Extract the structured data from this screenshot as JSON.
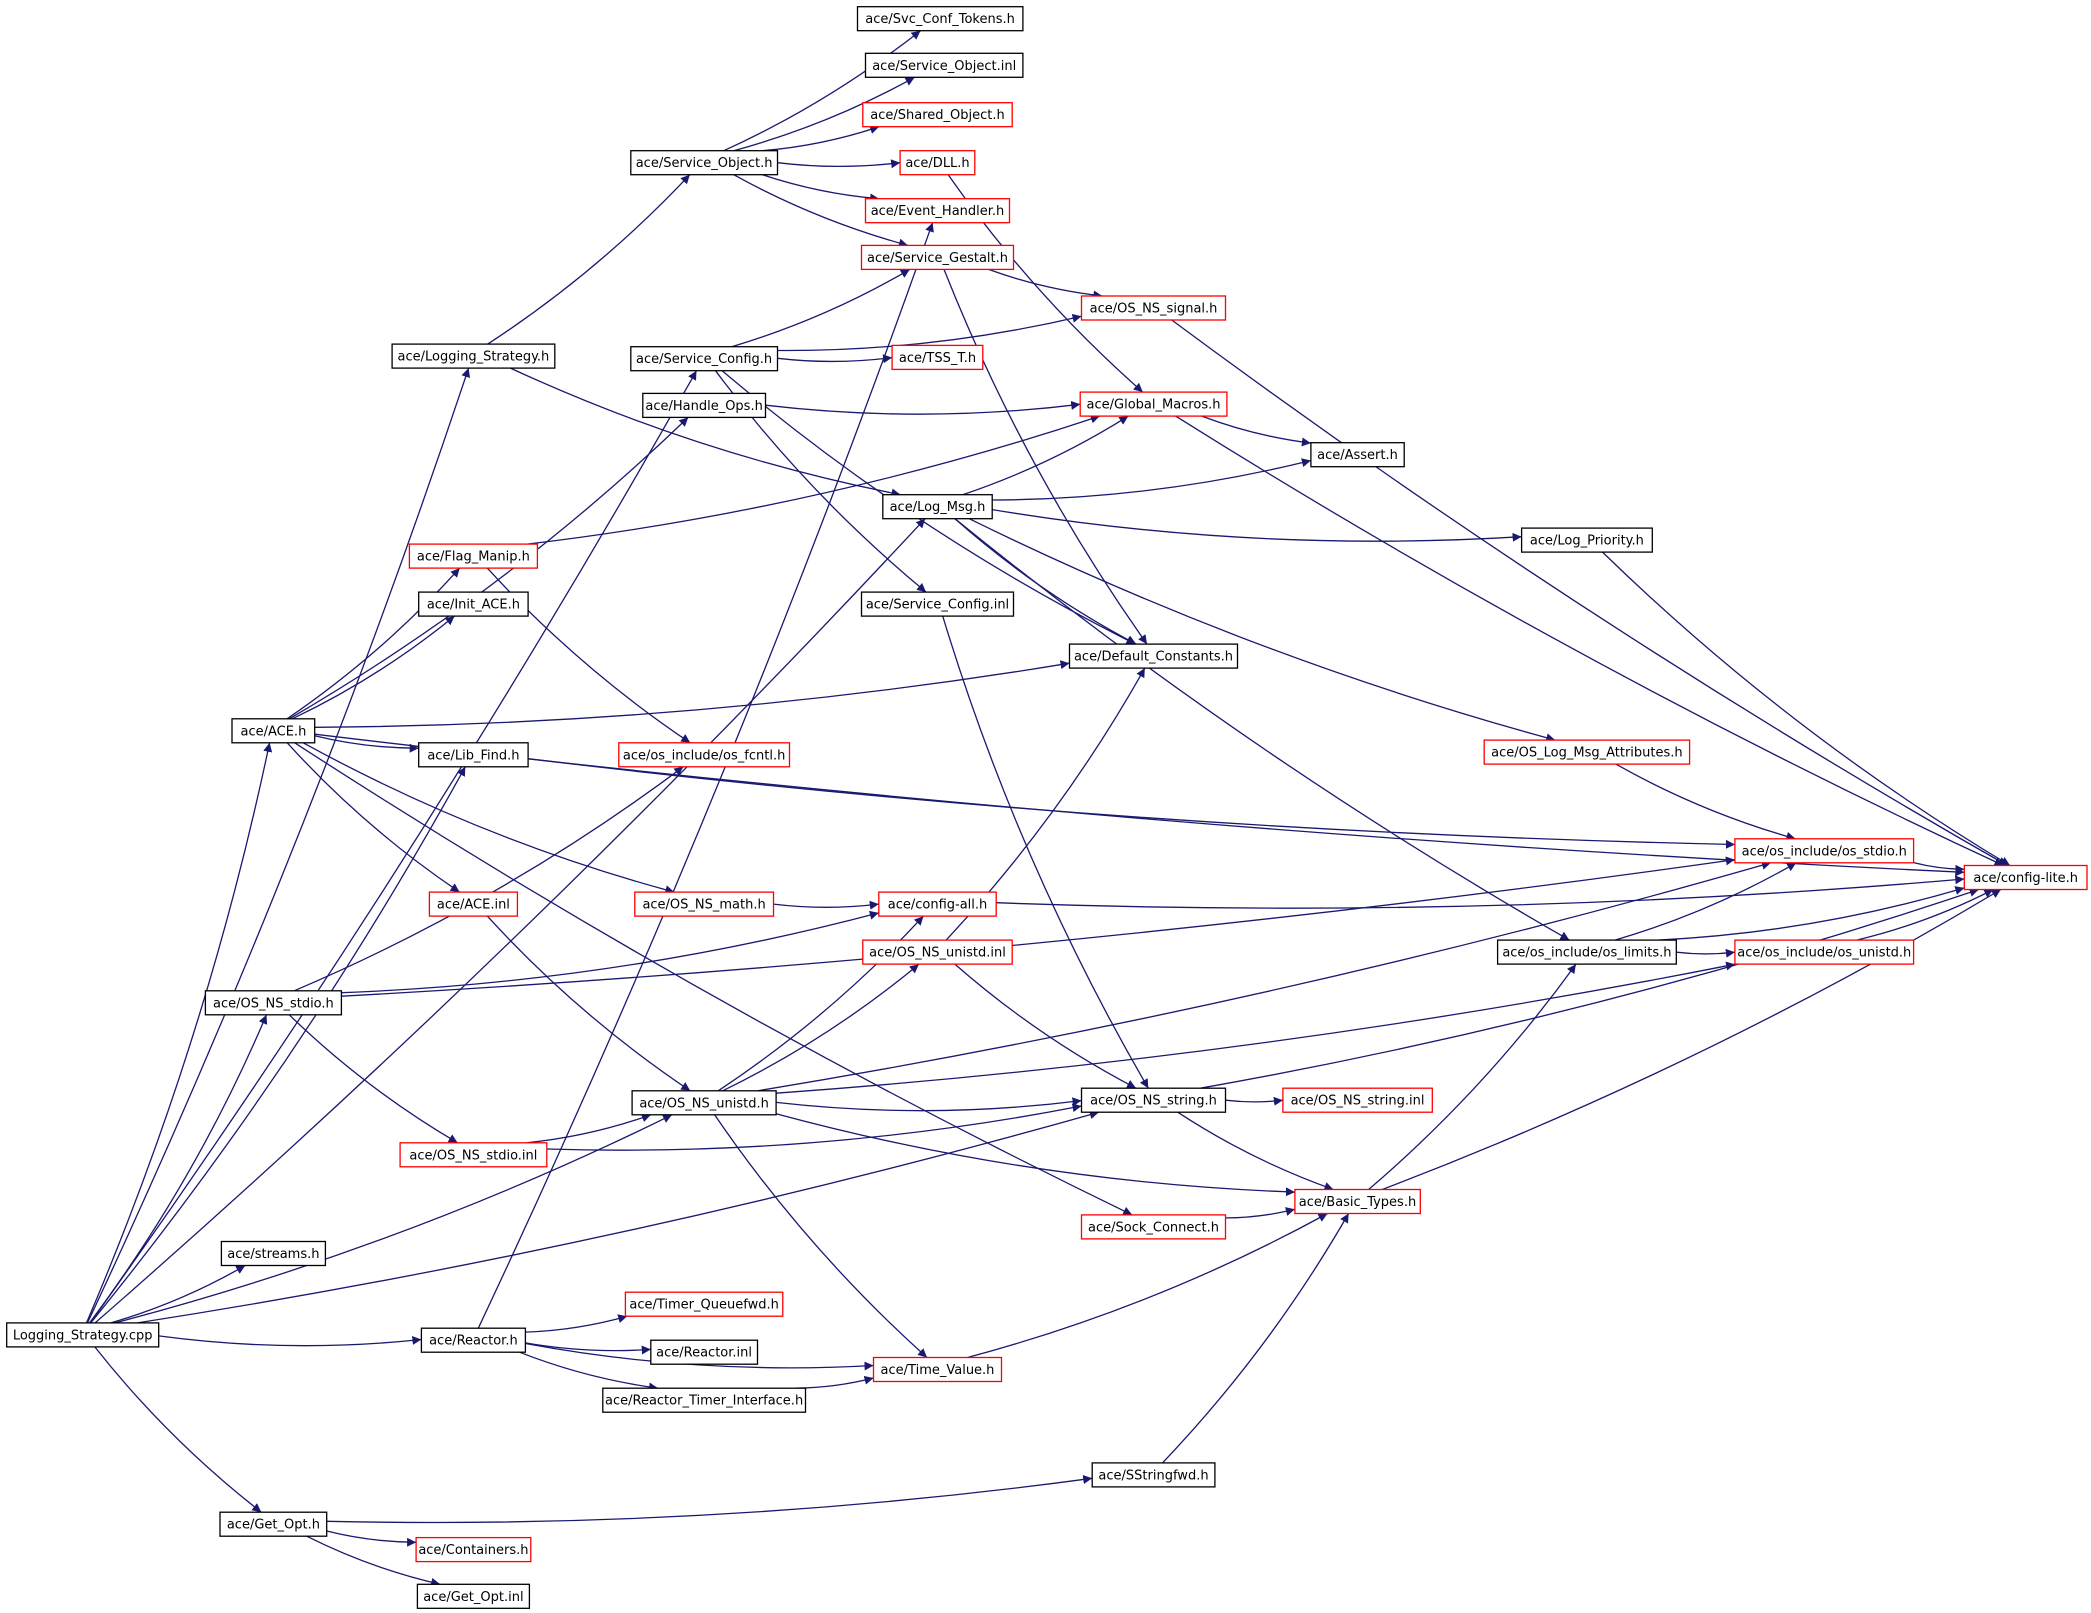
{
  "colors": {
    "edge": "#191970",
    "border_normal": "#000000",
    "border_truncated": "#ff0000",
    "root_fill": "#bfbfbf",
    "background": "#ffffff"
  },
  "nodes": [
    {
      "id": "root",
      "label": "Logging_Strategy.cpp",
      "style": "root"
    },
    {
      "id": "svc_conf_tokens",
      "label": "ace/Svc_Conf_Tokens.h",
      "style": "normal"
    },
    {
      "id": "service_object_inl",
      "label": "ace/Service_Object.inl",
      "style": "normal"
    },
    {
      "id": "shared_object",
      "label": "ace/Shared_Object.h",
      "style": "truncated"
    },
    {
      "id": "service_object",
      "label": "ace/Service_Object.h",
      "style": "normal"
    },
    {
      "id": "dll",
      "label": "ace/DLL.h",
      "style": "truncated"
    },
    {
      "id": "event_handler",
      "label": "ace/Event_Handler.h",
      "style": "truncated"
    },
    {
      "id": "service_gestalt",
      "label": "ace/Service_Gestalt.h",
      "style": "truncated"
    },
    {
      "id": "os_ns_signal",
      "label": "ace/OS_NS_signal.h",
      "style": "truncated"
    },
    {
      "id": "logging_strategy_h",
      "label": "ace/Logging_Strategy.h",
      "style": "normal"
    },
    {
      "id": "service_config",
      "label": "ace/Service_Config.h",
      "style": "normal"
    },
    {
      "id": "tss_t",
      "label": "ace/TSS_T.h",
      "style": "truncated"
    },
    {
      "id": "handle_ops",
      "label": "ace/Handle_Ops.h",
      "style": "normal"
    },
    {
      "id": "global_macros",
      "label": "ace/Global_Macros.h",
      "style": "truncated"
    },
    {
      "id": "assert",
      "label": "ace/Assert.h",
      "style": "normal"
    },
    {
      "id": "log_msg",
      "label": "ace/Log_Msg.h",
      "style": "normal"
    },
    {
      "id": "log_priority",
      "label": "ace/Log_Priority.h",
      "style": "normal"
    },
    {
      "id": "flag_manip",
      "label": "ace/Flag_Manip.h",
      "style": "truncated"
    },
    {
      "id": "init_ace",
      "label": "ace/Init_ACE.h",
      "style": "normal"
    },
    {
      "id": "service_config_inl",
      "label": "ace/Service_Config.inl",
      "style": "normal"
    },
    {
      "id": "default_constants",
      "label": "ace/Default_Constants.h",
      "style": "normal"
    },
    {
      "id": "ace_h",
      "label": "ace/ACE.h",
      "style": "normal"
    },
    {
      "id": "lib_find",
      "label": "ace/Lib_Find.h",
      "style": "normal"
    },
    {
      "id": "os_fcntl",
      "label": "ace/os_include/os_fcntl.h",
      "style": "truncated"
    },
    {
      "id": "os_log_msg_attr",
      "label": "ace/OS_Log_Msg_Attributes.h",
      "style": "truncated"
    },
    {
      "id": "os_stdio_h",
      "label": "ace/os_include/os_stdio.h",
      "style": "truncated"
    },
    {
      "id": "config_lite",
      "label": "ace/config-lite.h",
      "style": "truncated"
    },
    {
      "id": "ace_inl",
      "label": "ace/ACE.inl",
      "style": "truncated"
    },
    {
      "id": "os_ns_math",
      "label": "ace/OS_NS_math.h",
      "style": "truncated"
    },
    {
      "id": "config_all",
      "label": "ace/config-all.h",
      "style": "truncated"
    },
    {
      "id": "os_ns_unistd_inl",
      "label": "ace/OS_NS_unistd.inl",
      "style": "truncated"
    },
    {
      "id": "os_limits",
      "label": "ace/os_include/os_limits.h",
      "style": "normal"
    },
    {
      "id": "os_unistd_h",
      "label": "ace/os_include/os_unistd.h",
      "style": "truncated"
    },
    {
      "id": "os_ns_stdio_h",
      "label": "ace/OS_NS_stdio.h",
      "style": "normal"
    },
    {
      "id": "os_ns_unistd_h",
      "label": "ace/OS_NS_unistd.h",
      "style": "normal"
    },
    {
      "id": "os_ns_string_h",
      "label": "ace/OS_NS_string.h",
      "style": "normal"
    },
    {
      "id": "os_ns_string_inl",
      "label": "ace/OS_NS_string.inl",
      "style": "truncated"
    },
    {
      "id": "os_ns_stdio_inl",
      "label": "ace/OS_NS_stdio.inl",
      "style": "truncated"
    },
    {
      "id": "basic_types",
      "label": "ace/Basic_Types.h",
      "style": "truncated"
    },
    {
      "id": "streams",
      "label": "ace/streams.h",
      "style": "normal"
    },
    {
      "id": "sock_connect",
      "label": "ace/Sock_Connect.h",
      "style": "truncated"
    },
    {
      "id": "timer_queuefwd",
      "label": "ace/Timer_Queuefwd.h",
      "style": "truncated"
    },
    {
      "id": "reactor_h",
      "label": "ace/Reactor.h",
      "style": "normal"
    },
    {
      "id": "reactor_inl",
      "label": "ace/Reactor.inl",
      "style": "normal"
    },
    {
      "id": "time_value",
      "label": "ace/Time_Value.h",
      "style": "truncated"
    },
    {
      "id": "reactor_timer_if",
      "label": "ace/Reactor_Timer_Interface.h",
      "style": "normal"
    },
    {
      "id": "sstringfwd",
      "label": "ace/SStringfwd.h",
      "style": "normal"
    },
    {
      "id": "get_opt_h",
      "label": "ace/Get_Opt.h",
      "style": "normal"
    },
    {
      "id": "containers",
      "label": "ace/Containers.h",
      "style": "truncated"
    },
    {
      "id": "get_opt_inl",
      "label": "ace/Get_Opt.inl",
      "style": "normal"
    }
  ],
  "edges": [
    [
      "root",
      "logging_strategy_h"
    ],
    [
      "root",
      "service_config"
    ],
    [
      "root",
      "log_msg"
    ],
    [
      "root",
      "ace_h"
    ],
    [
      "root",
      "lib_find"
    ],
    [
      "root",
      "os_ns_stdio_h"
    ],
    [
      "root",
      "os_ns_unistd_h"
    ],
    [
      "root",
      "os_ns_string_h"
    ],
    [
      "root",
      "streams"
    ],
    [
      "root",
      "reactor_h"
    ],
    [
      "root",
      "get_opt_h"
    ],
    [
      "logging_strategy_h",
      "service_object"
    ],
    [
      "logging_strategy_h",
      "log_msg"
    ],
    [
      "service_object",
      "svc_conf_tokens"
    ],
    [
      "service_object",
      "service_object_inl"
    ],
    [
      "service_object",
      "shared_object"
    ],
    [
      "service_object",
      "dll"
    ],
    [
      "service_object",
      "event_handler"
    ],
    [
      "service_object",
      "service_gestalt"
    ],
    [
      "dll",
      "global_macros"
    ],
    [
      "service_gestalt",
      "os_ns_signal"
    ],
    [
      "service_gestalt",
      "default_constants"
    ],
    [
      "service_config",
      "service_gestalt"
    ],
    [
      "service_config",
      "os_ns_signal"
    ],
    [
      "service_config",
      "tss_t"
    ],
    [
      "service_config",
      "service_config_inl"
    ],
    [
      "service_config",
      "default_constants"
    ],
    [
      "os_ns_signal",
      "config_lite"
    ],
    [
      "handle_ops",
      "global_macros"
    ],
    [
      "global_macros",
      "assert"
    ],
    [
      "global_macros",
      "config_lite"
    ],
    [
      "log_msg",
      "global_macros"
    ],
    [
      "log_msg",
      "assert"
    ],
    [
      "log_msg",
      "log_priority"
    ],
    [
      "log_msg",
      "default_constants"
    ],
    [
      "log_msg",
      "os_log_msg_attr"
    ],
    [
      "log_msg",
      "os_limits"
    ],
    [
      "log_priority",
      "config_lite"
    ],
    [
      "flag_manip",
      "global_macros"
    ],
    [
      "flag_manip",
      "os_fcntl"
    ],
    [
      "service_config_inl",
      "os_ns_string_h"
    ],
    [
      "ace_h",
      "handle_ops"
    ],
    [
      "ace_h",
      "flag_manip"
    ],
    [
      "ace_h",
      "init_ace"
    ],
    [
      "ace_h",
      "default_constants"
    ],
    [
      "ace_h",
      "config_lite"
    ],
    [
      "ace_h",
      "lib_find"
    ],
    [
      "ace_h",
      "ace_inl"
    ],
    [
      "ace_h",
      "os_ns_math"
    ],
    [
      "ace_h",
      "sock_connect"
    ],
    [
      "lib_find",
      "os_stdio_h"
    ],
    [
      "os_log_msg_attr",
      "os_stdio_h"
    ],
    [
      "os_stdio_h",
      "config_lite"
    ],
    [
      "ace_inl",
      "os_ns_unistd_h"
    ],
    [
      "os_ns_math",
      "config_all"
    ],
    [
      "config_all",
      "config_lite"
    ],
    [
      "os_ns_unistd_inl",
      "default_constants"
    ],
    [
      "os_ns_unistd_inl",
      "os_ns_string_h"
    ],
    [
      "os_limits",
      "os_stdio_h"
    ],
    [
      "os_limits",
      "config_lite"
    ],
    [
      "os_limits",
      "os_unistd_h"
    ],
    [
      "os_unistd_h",
      "config_lite"
    ],
    [
      "os_ns_stdio_h",
      "os_fcntl"
    ],
    [
      "os_ns_stdio_h",
      "os_stdio_h"
    ],
    [
      "os_ns_stdio_h",
      "config_all"
    ],
    [
      "os_ns_stdio_h",
      "os_ns_stdio_inl"
    ],
    [
      "os_ns_unistd_h",
      "config_all"
    ],
    [
      "os_ns_unistd_h",
      "os_ns_unistd_inl"
    ],
    [
      "os_ns_unistd_h",
      "os_stdio_h"
    ],
    [
      "os_ns_unistd_h",
      "os_unistd_h"
    ],
    [
      "os_ns_unistd_h",
      "os_ns_string_h"
    ],
    [
      "os_ns_unistd_h",
      "basic_types"
    ],
    [
      "os_ns_unistd_h",
      "time_value"
    ],
    [
      "os_ns_stdio_inl",
      "os_ns_unistd_h"
    ],
    [
      "os_ns_stdio_inl",
      "os_ns_string_h"
    ],
    [
      "os_ns_string_h",
      "os_ns_string_inl"
    ],
    [
      "os_ns_string_h",
      "basic_types"
    ],
    [
      "os_ns_string_h",
      "config_lite"
    ],
    [
      "basic_types",
      "os_limits"
    ],
    [
      "basic_types",
      "config_lite"
    ],
    [
      "sock_connect",
      "basic_types"
    ],
    [
      "reactor_h",
      "event_handler"
    ],
    [
      "reactor_h",
      "timer_queuefwd"
    ],
    [
      "reactor_h",
      "reactor_inl"
    ],
    [
      "reactor_h",
      "reactor_timer_if"
    ],
    [
      "reactor_h",
      "time_value"
    ],
    [
      "reactor_timer_if",
      "time_value"
    ],
    [
      "time_value",
      "basic_types"
    ],
    [
      "sstringfwd",
      "basic_types"
    ],
    [
      "get_opt_h",
      "sstringfwd"
    ],
    [
      "get_opt_h",
      "containers"
    ],
    [
      "get_opt_h",
      "get_opt_inl"
    ]
  ]
}
